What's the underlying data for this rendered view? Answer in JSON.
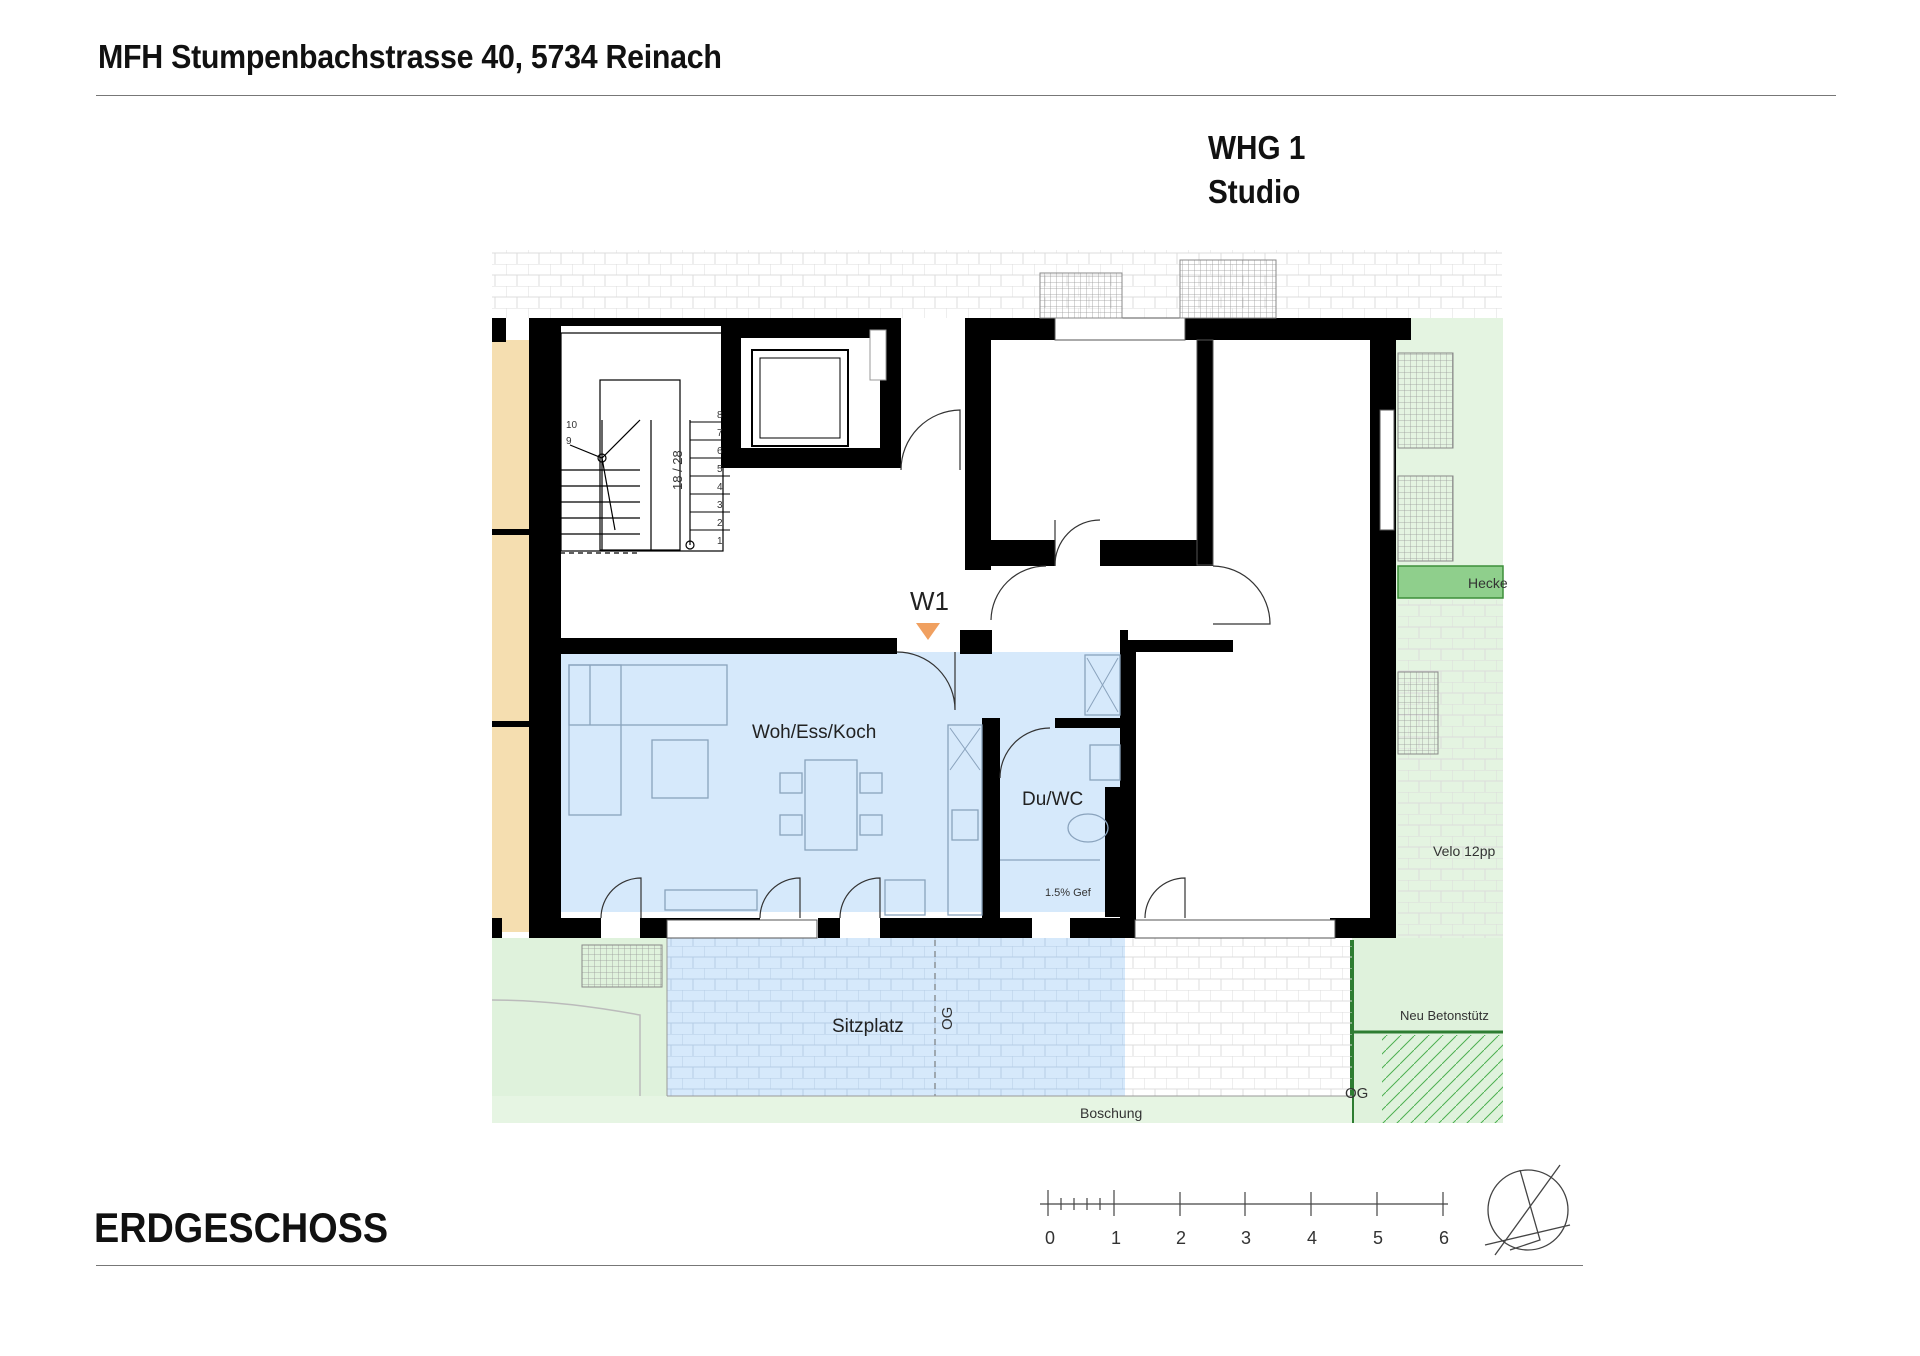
{
  "header": {
    "title": "MFH Stumpenbachstrasse 40, 5734 Reinach"
  },
  "unit": {
    "line1": "WHG 1",
    "line2": "Studio"
  },
  "floor_label": "ERDGESCHOSS",
  "plan": {
    "entrance": "W1",
    "rooms": {
      "living": "Woh/Ess/Koch",
      "bath": "Du/WC",
      "terrace": "Sitzplatz",
      "slope": "Boschung",
      "hedge": "Hecke",
      "bikes": "Velo 12pp",
      "retaining": "Neu Betonstütz",
      "og1": "OG",
      "og2": "OG",
      "stair": "18 / 28",
      "drain": "1.5% Gef"
    },
    "stair_steps": [
      "8",
      "7",
      "6",
      "5",
      "4",
      "3",
      "2",
      "1"
    ],
    "stair_upper": [
      "10",
      "9"
    ]
  },
  "scale_bar": {
    "labels": [
      "0",
      "1",
      "2",
      "3",
      "4",
      "5",
      "6"
    ]
  },
  "colors": {
    "wall": "#000000",
    "living_fill": "#d6e9fb",
    "green": "#d8f0d4",
    "wood": "#f5deb0",
    "arrow": "#f0a060"
  },
  "icons": {
    "north": "north-arrow-icon"
  }
}
